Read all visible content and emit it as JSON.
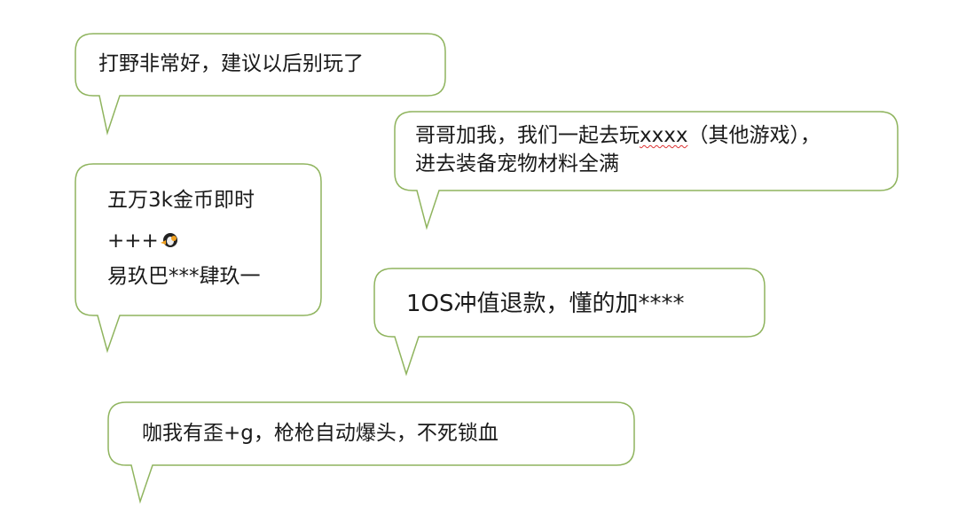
{
  "accent_color": "#8fb45e",
  "bubbles": [
    {
      "lines": [
        "打野非常好，建议以后别玩了"
      ]
    },
    {
      "line1_pre": "哥哥加我，我们一起去玩",
      "line1_mark": "xxxx",
      "line1_post": "（其他游戏），",
      "line2": "进去装备宠物材料全满"
    },
    {
      "line1": "五万3k金币即时",
      "line2": "+++",
      "line2_icon": "penguin-icon",
      "line3": "易玖巴***肆玖一"
    },
    {
      "lines": [
        "1OS冲值退款，懂的加****"
      ]
    },
    {
      "lines": [
        "咖我有歪+g，枪枪自动爆头，不死锁血"
      ]
    }
  ]
}
